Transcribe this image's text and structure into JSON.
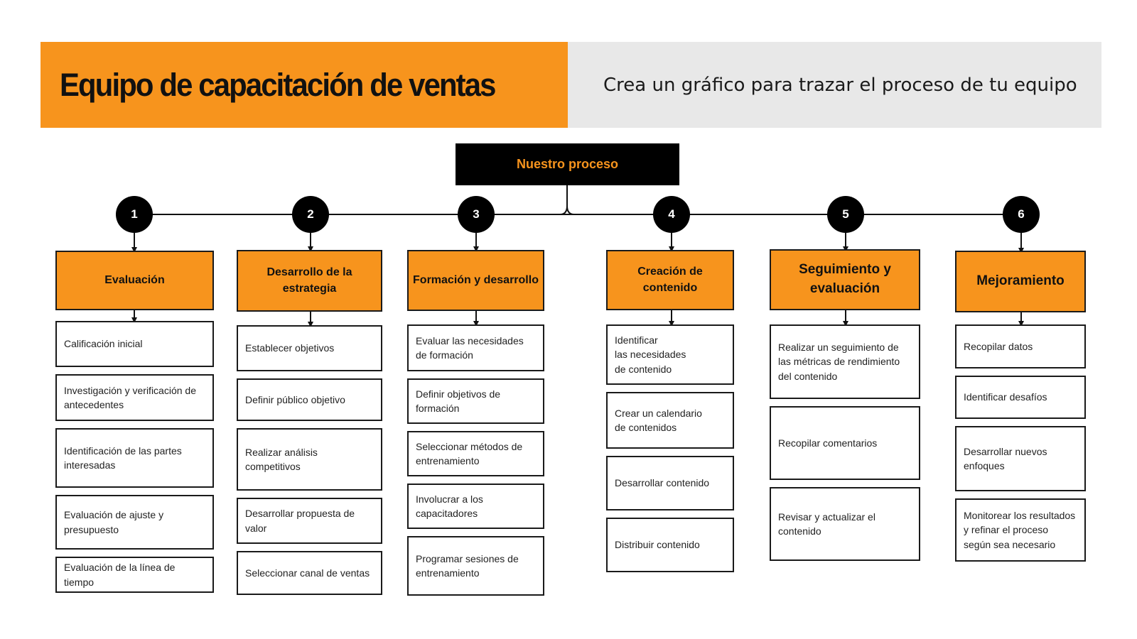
{
  "header": {
    "title": "Equipo de capacitación de ventas",
    "subtitle": "Crea un gráfico para trazar el proceso de tu equipo"
  },
  "root": {
    "label": "Nuestro proceso"
  },
  "colors": {
    "accent": "#F7941D",
    "dark": "#000000",
    "panel": "#E8E8E8"
  },
  "phases": [
    {
      "number": "1",
      "title": "Evaluación",
      "tasks": [
        "Calificación inicial",
        "Investigación y verificación de antecedentes",
        "Identificación de las partes interesadas",
        "Evaluación de ajuste y presupuesto",
        "Evaluación de la línea de tiempo"
      ]
    },
    {
      "number": "2",
      "title": "Desarrollo de la estrategia",
      "tasks": [
        "Establecer objetivos",
        "Definir público objetivo",
        "Realizar análisis competitivos",
        "Desarrollar propuesta de valor",
        "Seleccionar canal de ventas"
      ]
    },
    {
      "number": "3",
      "title": "Formación y desarrollo",
      "tasks": [
        "Evaluar las necesidades de formación",
        "Definir objetivos de formación",
        "Seleccionar métodos de entrenamiento",
        "Involucrar a los capacitadores",
        "Programar sesiones de entrenamiento"
      ]
    },
    {
      "number": "4",
      "title": "Creación de contenido",
      "tasks": [
        "Identificar\nlas necesidades\nde contenido",
        "Crear un calendario\nde contenidos",
        "Desarrollar contenido",
        "Distribuir contenido"
      ]
    },
    {
      "number": "5",
      "title": "Seguimiento y evaluación",
      "tasks": [
        "Realizar un seguimiento de las métricas de rendimiento del contenido",
        "Recopilar comentarios",
        "Revisar y actualizar el contenido"
      ]
    },
    {
      "number": "6",
      "title": "Mejoramiento",
      "tasks": [
        "Recopilar datos",
        "Identificar desafíos",
        "Desarrollar nuevos enfoques",
        "Monitorear los resultados y refinar el proceso según sea necesario"
      ]
    }
  ]
}
